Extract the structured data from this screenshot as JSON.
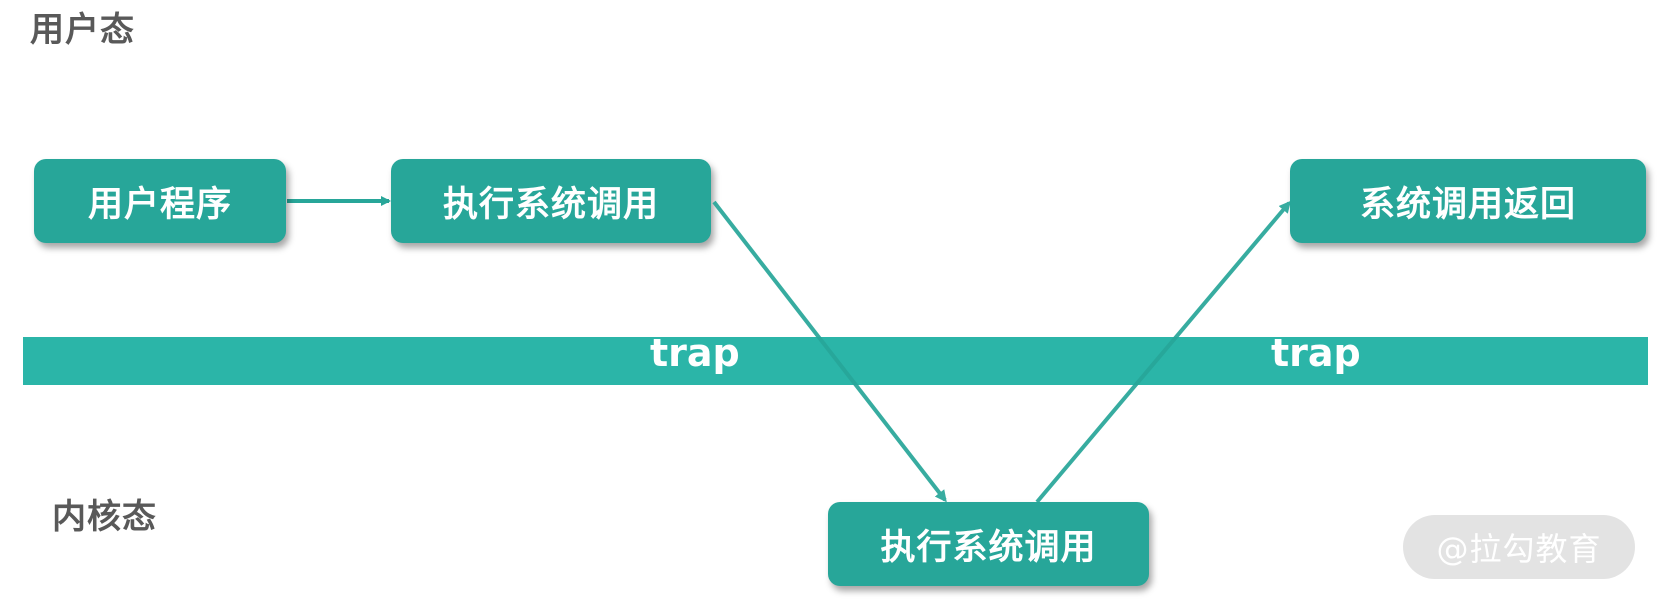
{
  "regions": {
    "user_mode": "用户态",
    "kernel_mode": "内核态"
  },
  "boundary": {
    "trap_left": "trap",
    "trap_right": "trap"
  },
  "nodes": {
    "user_program": "用户程序",
    "exec_syscall_user": "执行系统调用",
    "exec_syscall_kernel": "执行系统调用",
    "syscall_return": "系统调用返回"
  },
  "watermark": "@拉勾教育",
  "colors": {
    "node_fill": "#27a699",
    "trap_band": "#2bb5a8",
    "arrow": "#27a699",
    "region_text": "#595959"
  }
}
